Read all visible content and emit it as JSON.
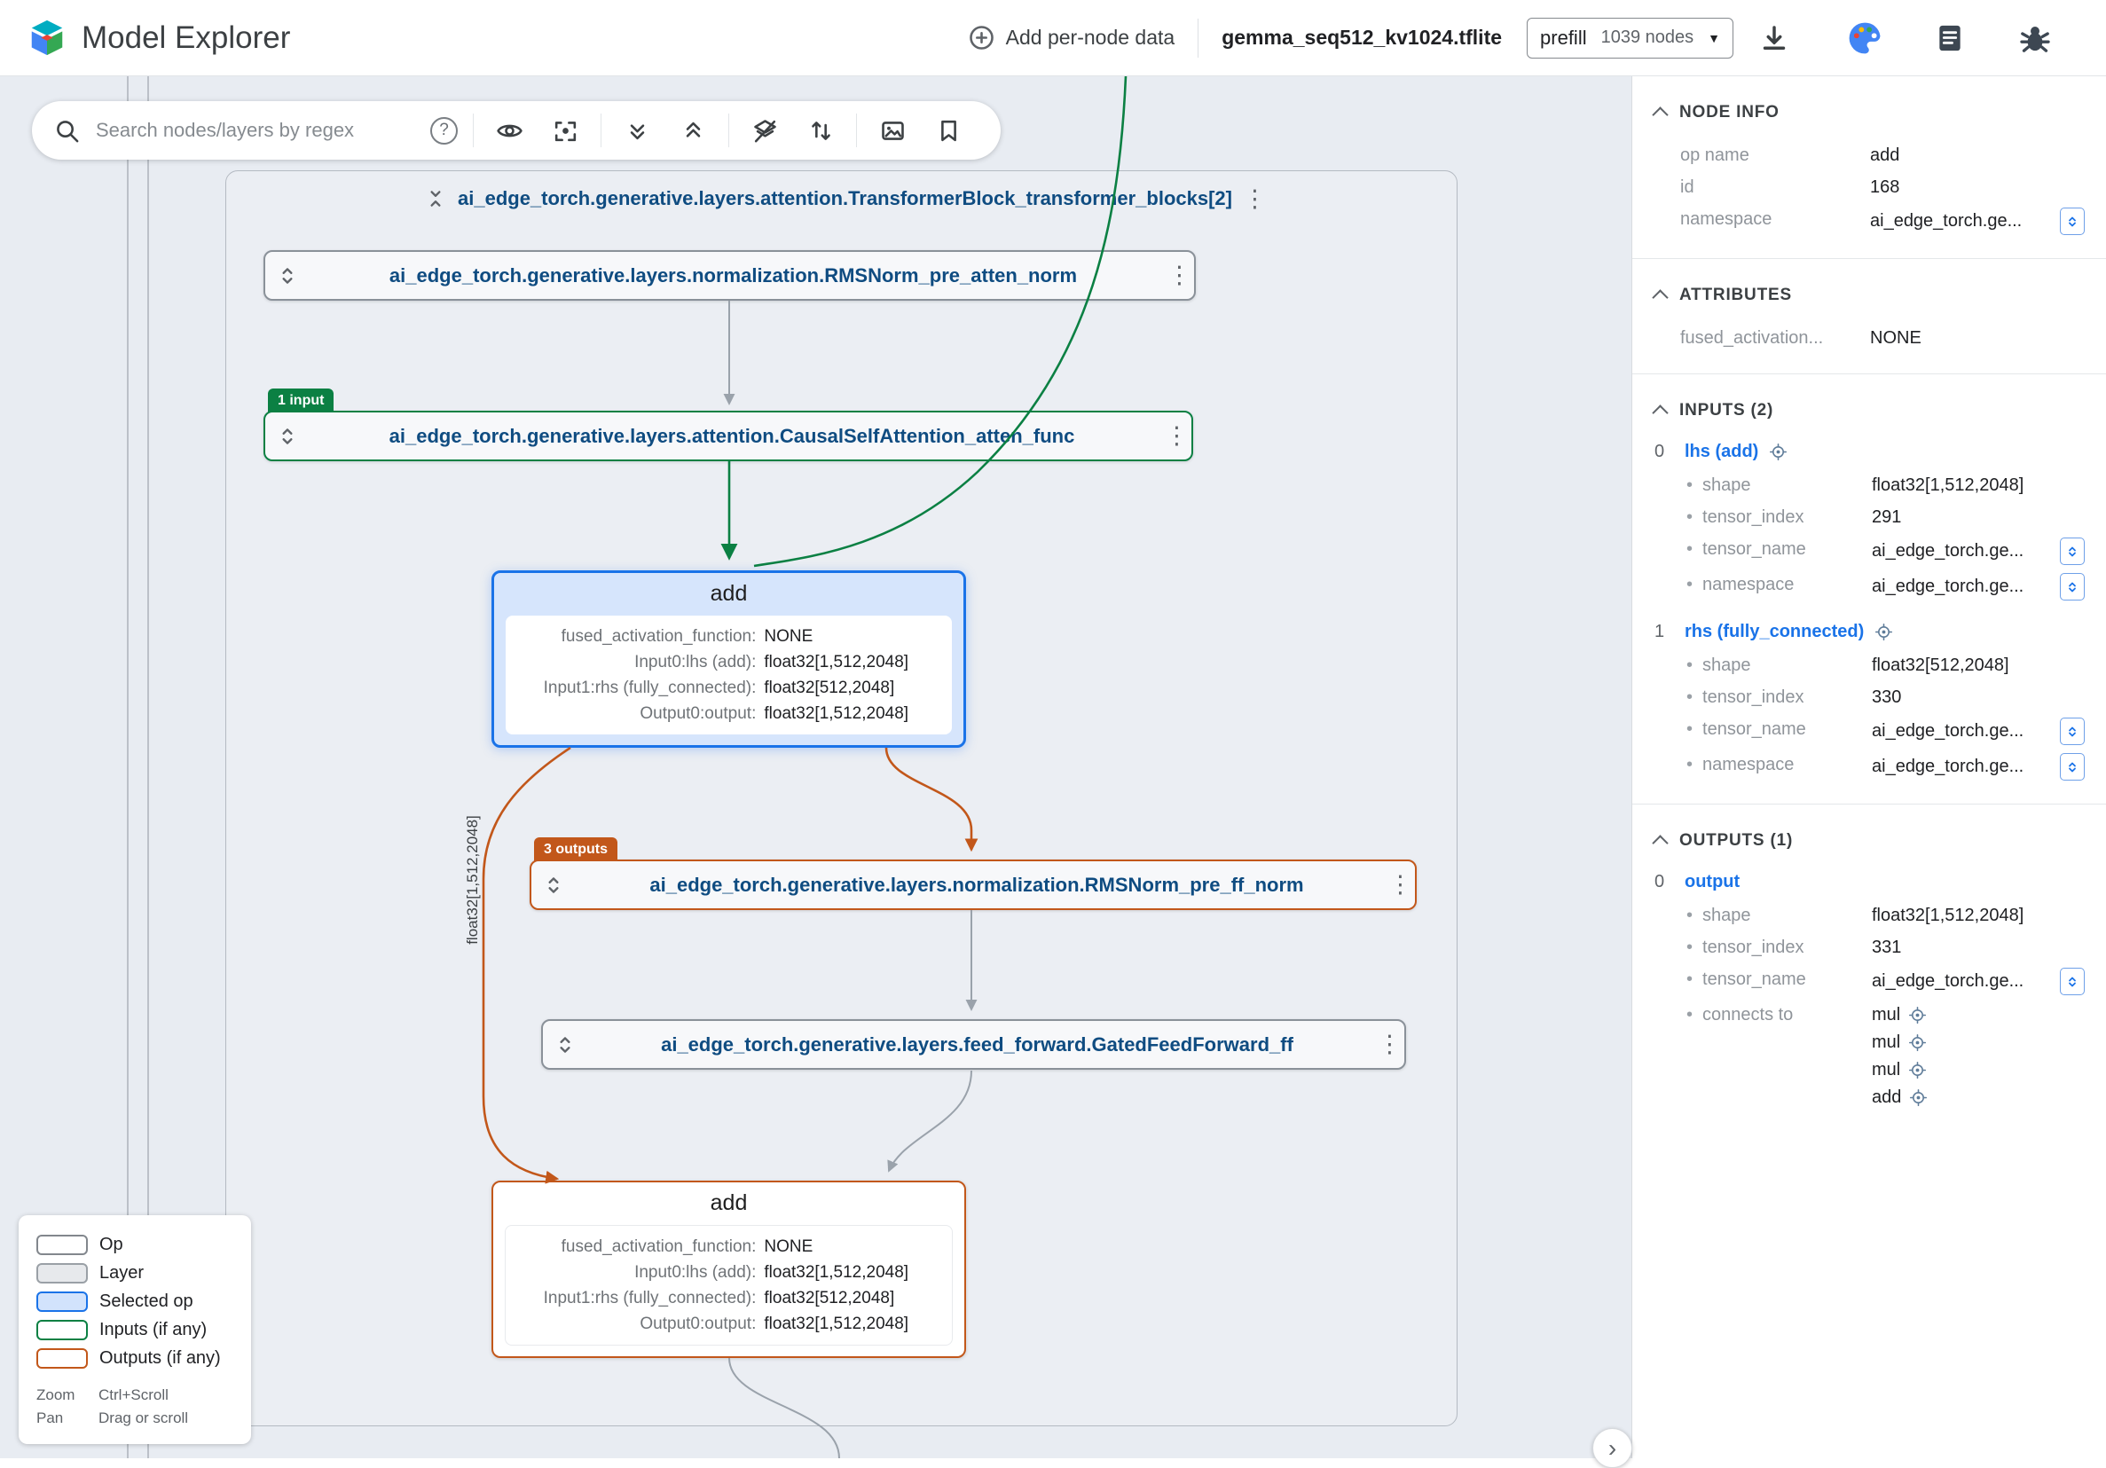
{
  "icons": {
    "kebab": "⋮",
    "caret": "▼",
    "help": "?",
    "chevron_right": "›",
    "bullet": "•"
  },
  "topbar": {
    "app_title": "Model Explorer",
    "add_label": "Add per-node data",
    "model_name": "gemma_seq512_kv1024.tflite",
    "graph_name": "prefill",
    "node_count": "1039 nodes"
  },
  "toolbar": {
    "search_placeholder": "Search nodes/layers by regex"
  },
  "graph": {
    "container_label": "ai_edge_torch.generative.layers.attention.TransformerBlock_transformer_blocks[2]",
    "pre_atten_norm_label": "ai_edge_torch.generative.layers.normalization.RMSNorm_pre_atten_norm",
    "atten_func_label": "ai_edge_torch.generative.layers.attention.CausalSelfAttention_atten_func",
    "atten_input_badge": "1 input",
    "ff_outputs_badge": "3 outputs",
    "pre_ff_norm_label": "ai_edge_torch.generative.layers.normalization.RMSNorm_pre_ff_norm",
    "gated_ff_label": "ai_edge_torch.generative.layers.feed_forward.GatedFeedForward_ff",
    "edge_label": "float32[1,512,2048]",
    "selected_add": {
      "title": "add",
      "attrs": [
        {
          "k": "fused_activation_function:",
          "v": "NONE"
        },
        {
          "k": "Input0:lhs (add):",
          "v": "float32[1,512,2048]"
        },
        {
          "k": "Input1:rhs (fully_connected):",
          "v": "float32[512,2048]"
        },
        {
          "k": "Output0:output:",
          "v": "float32[1,512,2048]"
        }
      ]
    },
    "bottom_add": {
      "title": "add",
      "attrs": [
        {
          "k": "fused_activation_function:",
          "v": "NONE"
        },
        {
          "k": "Input0:lhs (add):",
          "v": "float32[1,512,2048]"
        },
        {
          "k": "Input1:rhs (fully_connected):",
          "v": "float32[512,2048]"
        },
        {
          "k": "Output0:output:",
          "v": "float32[1,512,2048]"
        }
      ]
    }
  },
  "legend": {
    "items": [
      {
        "label": "Op"
      },
      {
        "label": "Layer"
      },
      {
        "label": "Selected op"
      },
      {
        "label": "Inputs (if any)"
      },
      {
        "label": "Outputs (if any)"
      }
    ],
    "hints": [
      {
        "action": "Zoom",
        "gesture": "Ctrl+Scroll"
      },
      {
        "action": "Pan",
        "gesture": "Drag or scroll"
      }
    ]
  },
  "panel": {
    "node_info": {
      "title": "NODE INFO",
      "rows": [
        {
          "label": "op name",
          "value": "add"
        },
        {
          "label": "id",
          "value": "168"
        },
        {
          "label": "namespace",
          "value": "ai_edge_torch.ge..."
        }
      ]
    },
    "attributes": {
      "title": "ATTRIBUTES",
      "rows": [
        {
          "label": "fused_activation...",
          "value": "NONE"
        }
      ]
    },
    "inputs": {
      "title": "INPUTS (2)",
      "items": [
        {
          "index": "0",
          "name": "lhs (add)",
          "fields": [
            {
              "label": "shape",
              "value": "float32[1,512,2048]"
            },
            {
              "label": "tensor_index",
              "value": "291"
            },
            {
              "label": "tensor_name",
              "value": "ai_edge_torch.ge..."
            },
            {
              "label": "namespace",
              "value": "ai_edge_torch.ge..."
            }
          ]
        },
        {
          "index": "1",
          "name": "rhs (fully_connected)",
          "fields": [
            {
              "label": "shape",
              "value": "float32[512,2048]"
            },
            {
              "label": "tensor_index",
              "value": "330"
            },
            {
              "label": "tensor_name",
              "value": "ai_edge_torch.ge..."
            },
            {
              "label": "namespace",
              "value": "ai_edge_torch.ge..."
            }
          ]
        }
      ]
    },
    "outputs": {
      "title": "OUTPUTS (1)",
      "items": [
        {
          "index": "0",
          "name": "output",
          "fields": [
            {
              "label": "shape",
              "value": "float32[1,512,2048]"
            },
            {
              "label": "tensor_index",
              "value": "331"
            },
            {
              "label": "tensor_name",
              "value": "ai_edge_torch.ge..."
            }
          ],
          "connects_label": "connects to",
          "connects": [
            "mul",
            "mul",
            "mul",
            "add"
          ]
        }
      ]
    }
  },
  "colors": {
    "accent_blue": "#1a73e8",
    "input_green": "#0b8043",
    "output_orange": "#c2571a",
    "selected_fill": "#d6e5fc"
  }
}
